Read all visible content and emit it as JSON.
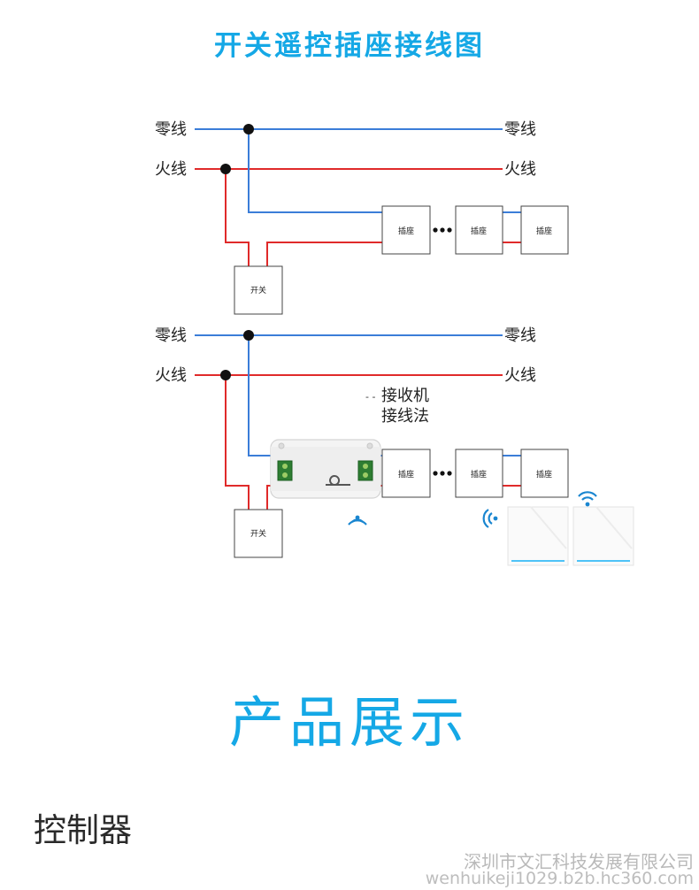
{
  "title": "开关遥控插座接线图",
  "diagram": {
    "neutral_label": "零线",
    "live_label": "火线",
    "socket_label": "插座",
    "switch_label": "开关",
    "receiver_line1": "接收机",
    "receiver_line2": "接线法",
    "neutral_color": "#3b7dd8",
    "live_color": "#e02a2a",
    "icons": [
      "wifi-signal-icon",
      "wall-switch-panel"
    ]
  },
  "section_title": "产品展示",
  "subhead": "控制器",
  "watermark": {
    "company": "深圳市文汇科技发展有限公司",
    "site": "wenhuikeji1029.b2b.hc360.com"
  }
}
